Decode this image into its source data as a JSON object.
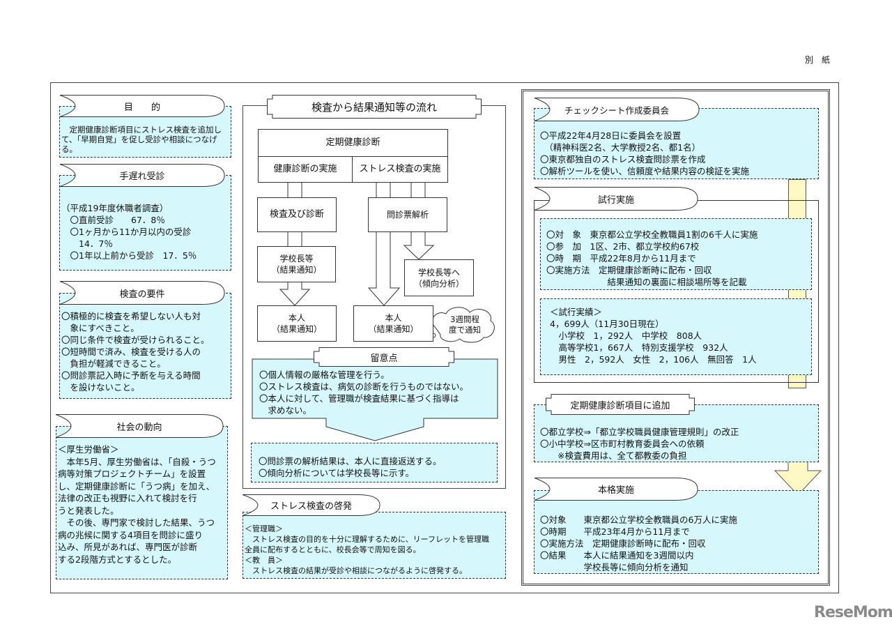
{
  "header": {
    "attachment_label": "別　紙"
  },
  "left": {
    "purpose": {
      "title": "目　　的",
      "lines": [
        "　定期健康診断項目にストレス検査を追加し",
        "て、「早期自覚」を促し受診や相談につなげ",
        "る。"
      ]
    },
    "late": {
      "title": "手遅れ受診",
      "lines": [
        "（平成19年度休職者調査）",
        "　〇直前受診　　67．8％",
        "　〇1ヶ月から11か月以内の受診",
        "　　14．7％",
        "　〇1年以上前から受診　17．5％"
      ]
    },
    "requirements": {
      "title": "検査の要件",
      "lines": [
        "〇積極的に検査を希望しない人も対",
        "　象にすべきこと。",
        "〇同じ条件で検査が受けられること。",
        "〇短時間で済み、検査を受ける人の",
        "　負担が軽減できること。",
        "〇問診票記入時に予断を与える時間",
        "　を設けないこと。"
      ]
    },
    "trends": {
      "title": "社会の動向",
      "lines": [
        "＜厚生労働省＞",
        "　本年5月、厚生労働省は、「自殺・うつ",
        "病等対策プロジェクトチーム」を設置",
        "し、定期健康診断に「うつ病」を加え、",
        "法律の改正も視野に入れて検討を行",
        "うと発表した。",
        "　その後、専門家で検討した結果、うつ",
        "病の兆候に関する4項目を問診に盛り",
        "込み、所見があれば、専門医が診断",
        "する2段階方式とするとした。"
      ]
    }
  },
  "flow": {
    "title": "検査から結果通知等の流れ",
    "top": "定期健康診断",
    "health_exam": "健康診断の実施",
    "stress_exam": "ストレス検査の実施",
    "exam_diag": "検査及び診断",
    "questionnaire": "問診票解析",
    "principal_1": "学校長等",
    "principal_1_sub": "（結果通知）",
    "principal_2": "学校長等へ",
    "principal_2_sub": "（傾向分析）",
    "self_1": "本人",
    "self_1_sub": "（結果通知）",
    "self_2": "本人",
    "self_2_sub": "（結果通知）",
    "cloud": [
      "3週間程",
      "度で通知"
    ],
    "notes": {
      "title": "留意点",
      "lines": [
        "〇個人情報の厳格な管理を行う。",
        "〇ストレス検査は、病気の診断を行うものではない。",
        "〇本人に対して、管理職が検査結果に基づく指導は",
        "　求めない。"
      ]
    },
    "result": {
      "lines": [
        "〇問診票の解析結果は、本人に直接返送する。",
        "〇傾向分析については学校長等に示す。"
      ]
    }
  },
  "awareness": {
    "title": "ストレス検査の啓発",
    "lines": [
      "＜管理職＞",
      "　ストレス検査の目的を十分に理解するために、リーフレットを管理職",
      "全員に配布するとともに、校長会等で周知を図る。",
      "＜教　員＞",
      "　ストレス検査の結果が受診や相談につながるように啓発する。"
    ]
  },
  "right": {
    "committee": {
      "title": "チェックシート作成委員会",
      "lines": [
        "〇平成22年4月28日に委員会を設置",
        "　（精神科医2名、大学教授2名、都1名）",
        "〇東京都独自のストレス検査問診票を作成",
        "〇解析ツールを使い、信頼度や結果内容の検証を実施"
      ]
    },
    "trial": {
      "title": "試行実施",
      "plan": [
        "〇対　象　東京都公立学校全教職員1割の6千人に実施",
        "〇参　加　1区、2市、都立学校約67校",
        "〇時　期　平成22年8月から11月まで",
        "〇実施方法　定期健康診断時に配布・回収",
        "　　　　　　　結果通知の裏面に相談場所等を記載"
      ],
      "results": [
        "＜試行実績＞",
        "4，699人（11月30日現在）",
        "　小学校　1，292人　中学校　808人",
        "　高等学校1，667人　特別支援学校　932人",
        "　男性　2，592人　女性　2，106人　無回答　1人"
      ]
    },
    "addition": {
      "title": "定期健康診断項目に追加",
      "lines": [
        "〇都立学校⇒「都立学校職員健康管理規則」の改正",
        "〇小中学校⇒区市町村教育委員会への依頼",
        "　　※検査費用は、全て都教委の負担"
      ]
    },
    "full": {
      "title": "本格実施",
      "lines": [
        "〇対象　　東京都公立学校全教職員の6万人に実施",
        "〇時期　　平成23年4月から11月まで",
        "〇実施方法　定期健康診断時に配布・回収",
        "〇結果　　本人に結果通知を3週間以内",
        "　　　　　学校長等に傾向分析を通知"
      ]
    }
  },
  "watermark": {
    "logo": "ReseMom"
  },
  "colors": {
    "cyan_fill": "#d6f8fc",
    "yellow_arrow": "#fdf8c4",
    "border": "#333333"
  }
}
